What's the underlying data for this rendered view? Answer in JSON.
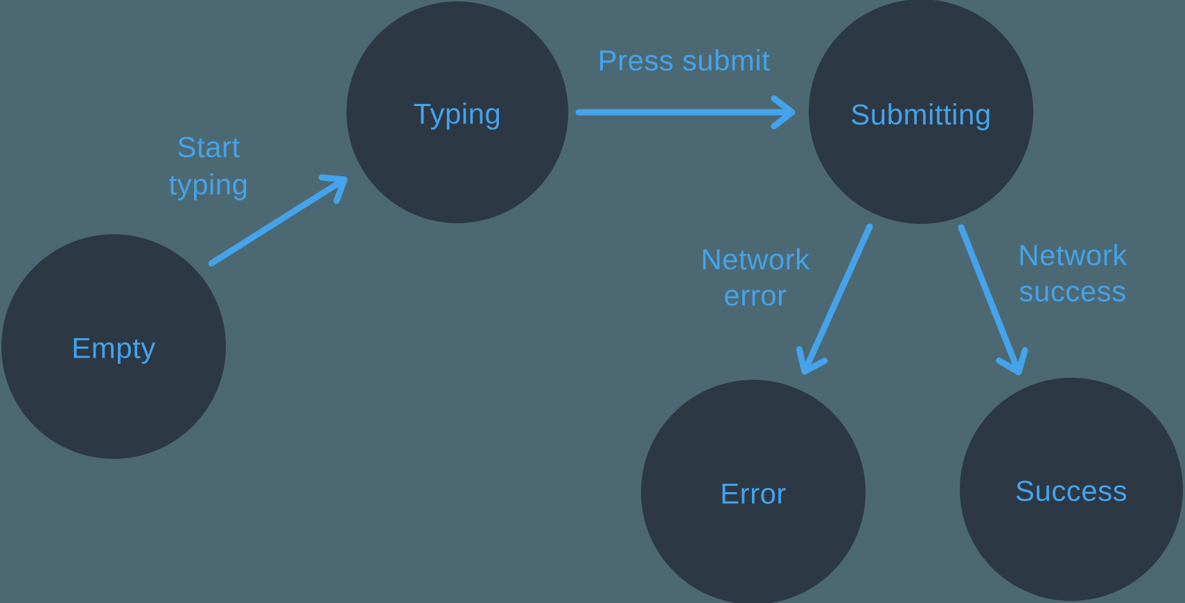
{
  "diagram": {
    "type": "state-machine",
    "background_color": "#4c6973",
    "node_color": "#2d3845",
    "accent_color": "#44a3ea",
    "nodes": [
      {
        "id": "empty",
        "label": "Empty"
      },
      {
        "id": "typing",
        "label": "Typing"
      },
      {
        "id": "submitting",
        "label": "Submitting"
      },
      {
        "id": "error",
        "label": "Error"
      },
      {
        "id": "success",
        "label": "Success"
      }
    ],
    "edges": [
      {
        "from": "empty",
        "to": "typing",
        "label": "Start typing",
        "lines": [
          "Start",
          "typing"
        ]
      },
      {
        "from": "typing",
        "to": "submitting",
        "label": "Press submit",
        "lines": [
          "Press submit"
        ]
      },
      {
        "from": "submitting",
        "to": "error",
        "label": "Network error",
        "lines": [
          "Network",
          "error"
        ]
      },
      {
        "from": "submitting",
        "to": "success",
        "label": "Network success",
        "lines": [
          "Network",
          "success"
        ]
      }
    ]
  }
}
